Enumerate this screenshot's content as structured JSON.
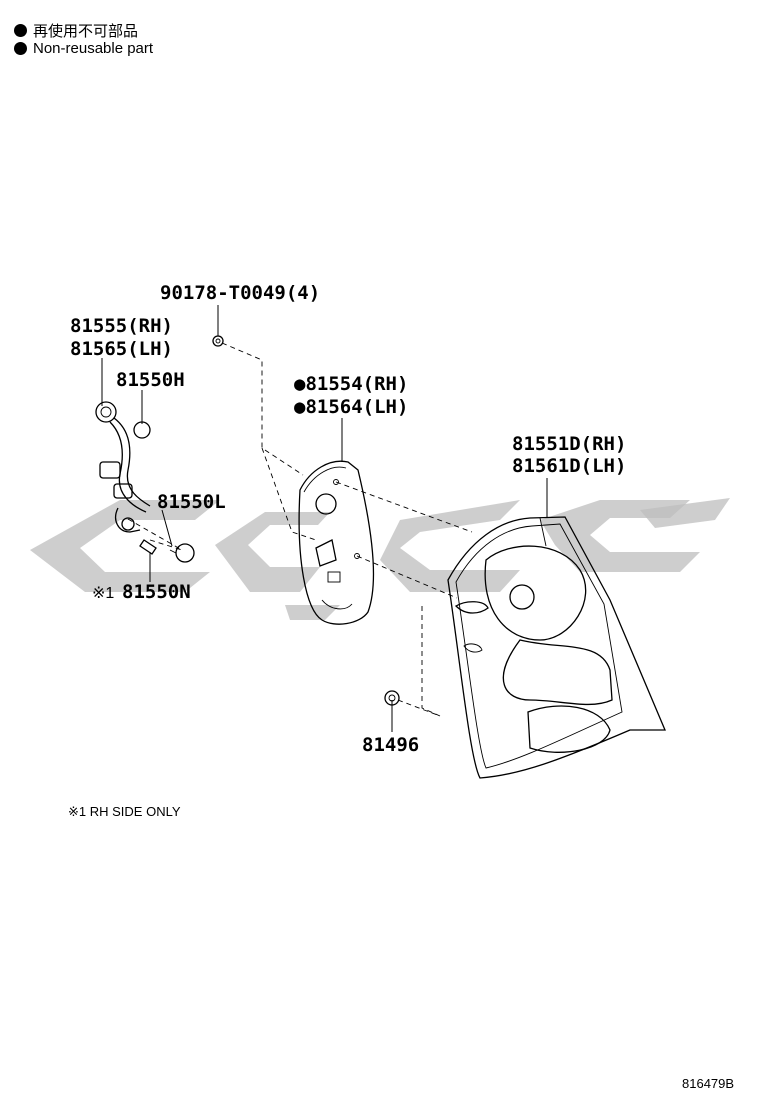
{
  "legend": {
    "line1": "再使用不可部品",
    "line2": "Non-reusable part"
  },
  "labels": {
    "screw": "90178-T0049(4)",
    "socket_wire_rh": "81555(RH)",
    "socket_wire_lh": "81565(LH)",
    "bulb_h": "81550H",
    "gasket_rh": "●81554(RH)",
    "gasket_lh": "●81564(LH)",
    "lamp_rh": "81551D(RH)",
    "lamp_lh": "81561D(LH)",
    "bulb_l": "81550L",
    "bulb_n_mark": "※1",
    "bulb_n": "81550N",
    "nut": "81496"
  },
  "note": "※1 RH SIDE ONLY",
  "figure_id": "816479B"
}
